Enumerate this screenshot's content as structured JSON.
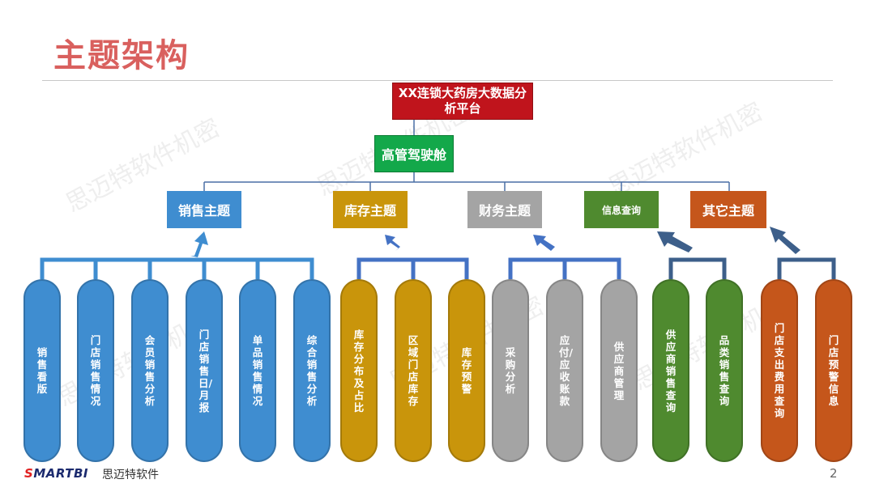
{
  "page": {
    "title": "主题架构",
    "page_number": "2"
  },
  "root": {
    "label": "XX连锁大药房大数据分析平台"
  },
  "executive": {
    "label": "高管驾驶舱"
  },
  "topics": [
    {
      "label": "销售主题",
      "color": "#3f8dd0"
    },
    {
      "label": "库存主题",
      "color": "#c9950b"
    },
    {
      "label": "财务主题",
      "color": "#a4a4a4"
    },
    {
      "label": "信息查询",
      "color": "#4f8a2f"
    },
    {
      "label": "其它主题",
      "color": "#c5561b"
    }
  ],
  "groups": [
    {
      "items": [
        "销售看版",
        "门店销售情况",
        "会员销售分析",
        "门店销售日/月报",
        "单品销售情况",
        "综合销售分析"
      ]
    },
    {
      "items": [
        "库存分布及占比",
        "区域门店库存",
        "库存预警"
      ]
    },
    {
      "items": [
        "采购分析",
        "应付/应收账款",
        "供应商管理"
      ]
    },
    {
      "items": [
        "供应商销售查询",
        "品类销售查询"
      ]
    },
    {
      "items": [
        "门店支出费用查询",
        "门店预警信息"
      ]
    }
  ],
  "footer": {
    "brand": "SMARTBI",
    "brand_cn": "思迈特软件"
  },
  "watermark": {
    "text": "思迈特软件机密"
  }
}
